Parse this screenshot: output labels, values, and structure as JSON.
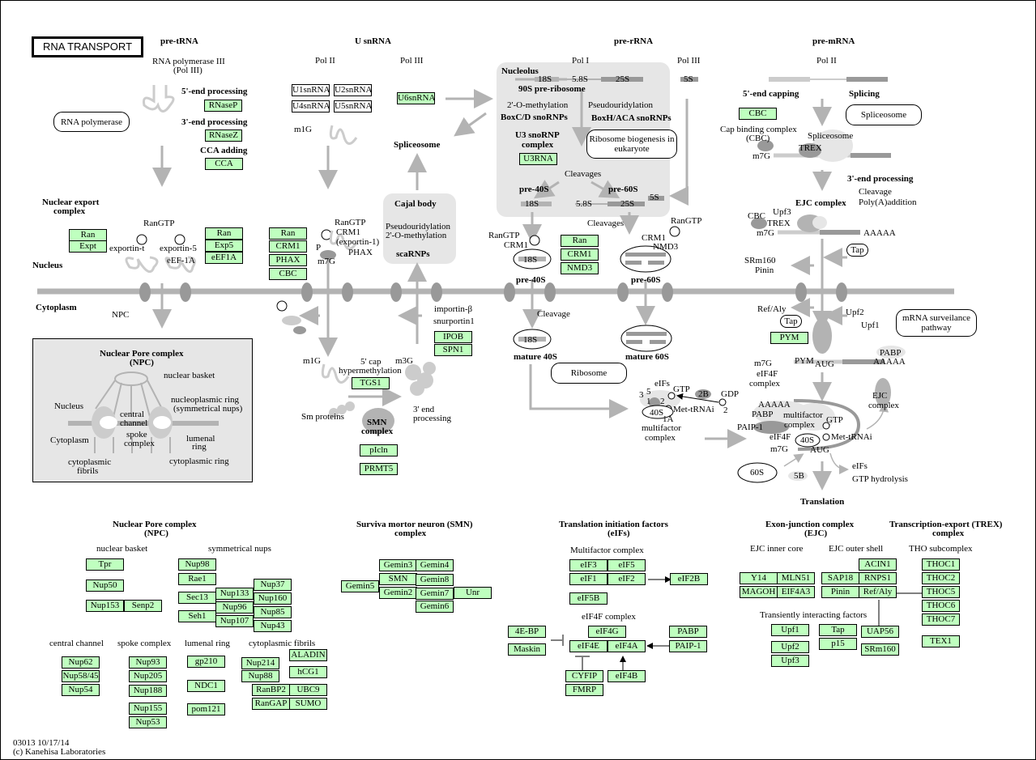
{
  "title": "RNA TRANSPORT",
  "footer": {
    "id_date": "03013 10/17/14",
    "copyright": "(c) Kanehisa Laboratories"
  },
  "colors": {
    "gene_fill": "#bfffbf",
    "region": "#e6e6e6",
    "line": "#b3b3b3",
    "dark": "#999999"
  },
  "sections": {
    "pre_trna": "pre-tRNA",
    "u_snrna": "U snRNA",
    "pre_rrna": "pre-rRNA",
    "pre_mrna": "pre-mRNA"
  },
  "compartments": {
    "nucleus": "Nucleus",
    "cytoplasm": "Cytoplasm",
    "nucleolus": "Nucleolus"
  },
  "trna": {
    "pol": "RNA polymerase III",
    "pol2": "(Pol III)",
    "p5": "5'-end processing",
    "p3": "3'-end processing",
    "cca": "CCA adding",
    "export": "Nuclear export",
    "export2": "complex",
    "rangtp": "RanGTP",
    "exportin_t": "exportin-t",
    "exportin_5": "exportin-5",
    "eef": "eEF-1A",
    "npc": "NPC"
  },
  "snrna": {
    "pol2": "Pol II",
    "pol3": "Pol III",
    "m1g": "m1G",
    "spliceosome": "Spliceosome",
    "cajal": "Cajal body",
    "pseudo": "Pseudouridylation",
    "methyl": "2'-O-methylation",
    "scarna": "scaRNPs",
    "rangtp": "RanGTP",
    "crm1": "CRM1",
    "exportin1": "(exportin-1)",
    "p": "P",
    "phax": "PHAX",
    "m7g": "m7G",
    "importin": "importin-β",
    "snurportin": "snurportin1",
    "m1g2": "m1G",
    "capm": "5' cap",
    "capm2": "hypermethylation",
    "m3g": "m3G",
    "end3": "3' end",
    "end3b": "processing",
    "sm": "Sm proteins",
    "smn": "SMN",
    "smn2": "complex"
  },
  "rrna": {
    "pol1": "Pol I",
    "pol3": "Pol III",
    "r18": "18S",
    "r58": "5.8S",
    "r25": "25S",
    "r5": "5S",
    "pre90": "90S pre-ribosome",
    "methyl": "2'-O-methylation",
    "boxcd": "BoxC/D snoRNPs",
    "pseudo": "Pseudouridylation",
    "boxh": "BoxH/ACA snoRNPs",
    "u3": "U3 snoRNP",
    "u3b": "complex",
    "cleavages": "Cleavages",
    "pre40": "pre-40S",
    "pre60": "pre-60S",
    "cleavages2": "Cleavages",
    "rangtp": "RanGTP",
    "crm1": "CRM1",
    "rangtp2": "RanGTP",
    "crm1b": "CRM1",
    "nmd3": "NMD3",
    "cleavage": "Cleavage",
    "mature40": "mature 40S",
    "mature60": "mature 60S"
  },
  "mrna": {
    "pol2": "Pol II",
    "capping": "5'-end capping",
    "splicing": "Splicing",
    "cbc_label": "Cap binding complex",
    "cbc_label2": "(CBC)",
    "spliceosome": "Spliceosome",
    "trex": "TREX",
    "m7g": "m7G",
    "end3": "3'-end processing",
    "cleave": "Cleavage",
    "polya": "Poly(A)addition",
    "ejc": "EJC complex",
    "cbc": "CBC",
    "upf3": "Upf3",
    "trex2": "TREX",
    "m7g2": "m7G",
    "aaaaa": "AAAAA",
    "tap": "Tap",
    "srm160": "SRm160",
    "pinin": "Pinin",
    "refaly": "Ref/Aly",
    "tap2": "Tap",
    "upf2": "Upf2",
    "upf1": "Upf1",
    "m7g3": "m7G",
    "pym": "PYM",
    "aug": "AUG",
    "pabp": "PABP",
    "aaaaa2": "AAAAA",
    "eif4f": "eIF4F",
    "eif4f2": "complex"
  },
  "translation": {
    "eifs": "eIFs",
    "gtp": "GTP",
    "n3": "3",
    "n5": "5",
    "n1": "1",
    "n2": "2",
    "b2b": "2B",
    "gdp": "GDP",
    "n2b": "2",
    "s40": "40S",
    "n1a": "1A",
    "met": "Met-tRNAi",
    "multi": "multifactor",
    "multi2": "complex",
    "aaaaa": "AAAAA",
    "pabp": "PABP",
    "paip": "PAIP-1",
    "mfc": "multifactor",
    "mfc2": "complex",
    "gtp2": "GTP",
    "eif4f": "eIF4F",
    "s40b": "40S",
    "met2": "Met-tRNAi",
    "m7g": "m7G",
    "aug": "AUG",
    "s60": "60S",
    "b5": "5B",
    "eifs2": "eIFs",
    "gtph": "GTP hydrolysis",
    "ejc": "EJC",
    "ejc2": "complex",
    "translation": "Translation"
  },
  "npc_diagram": {
    "title": "Nuclear Pore complex",
    "title2": "(NPC)",
    "basket": "nuclear basket",
    "nucleo": "nucleoplasmic ring",
    "nucleo2": "(symmetrical nups)",
    "nucleus": "Nucleus",
    "central": "central",
    "central2": "channel",
    "spoke": "spoke",
    "spoke2": "complex",
    "lumenal": "lumenal",
    "lumenal2": "ring",
    "cytoplasm": "Cytoplasm",
    "fibrils": "cytoplasmic",
    "fibrils2": "fibrils",
    "cring": "cytoplasmic ring"
  },
  "maps": {
    "rna_pol": "RNA polymerase",
    "ribo_bio": "Ribosome biogenesis in eukaryote",
    "spliceosome": "Spliceosome",
    "ribosome": "Ribosome",
    "surveillance": "mRNA surveilance pathway"
  },
  "white_boxes": [
    "U1snRNA",
    "U2snRNA",
    "U4snRNA",
    "U5snRNA"
  ],
  "genes": {
    "rnasep": "RNaseP",
    "rnasez": "RNaseZ",
    "cca": "CCA",
    "u6": "U6snRNA",
    "u3rna": "U3RNA",
    "cbc_top": "CBC",
    "ran1": "Ran",
    "expt": "Expt",
    "ran2": "Ran",
    "exp5": "Exp5",
    "eef1a": "eEF1A",
    "ran3": "Ran",
    "crm1": "CRM1",
    "phax": "PHAX",
    "cbc2": "CBC",
    "ran4": "Ran",
    "crm1b": "CRM1",
    "nmd3": "NMD3",
    "ipob": "IPOB",
    "spn1": "SPN1",
    "tgs1": "TGS1",
    "picln": "pIcln",
    "prmt5": "PRMT5",
    "pym": "PYM"
  },
  "legend": {
    "npc": {
      "title": "Nuclear Pore complex",
      "title2": "(NPC)",
      "basket": "nuclear basket",
      "sym": "symmetrical nups",
      "central": "central channel",
      "spoke": "spoke complex",
      "lumenal": "lumenal ring",
      "fibrils": "cytoplasmic fibrils",
      "g": [
        "Tpr",
        "Nup50",
        "Nup153",
        "Senp2",
        "Nup98",
        "Rae1",
        "Sec13",
        "Seh1",
        "Nup133",
        "Nup96",
        "Nup107",
        "Nup37",
        "Nup160",
        "Nup85",
        "Nup43",
        "Nup62",
        "Nup58/45",
        "Nup54",
        "Nup93",
        "Nup205",
        "Nup188",
        "Nup155",
        "Nup53",
        "gp210",
        "NDC1",
        "pom121",
        "Nup214",
        "Nup88",
        "ALADIN",
        "hCG1",
        "RanBP2",
        "UBC9",
        "RanGAP",
        "SUMO"
      ]
    },
    "smn": {
      "title": "Surviva mortor neuron (SMN)",
      "title2": "complex",
      "g": [
        "Gemin3",
        "Gemin4",
        "SMN",
        "Gemin8",
        "Gemin5",
        "Gemin2",
        "Gemin7",
        "Unr",
        "Gemin6"
      ]
    },
    "eif": {
      "title": "Translation initiation factors",
      "title2": "(eIFs)",
      "multi": "Multifactor complex",
      "eif4f": "eIF4F complex",
      "g": [
        "eIF3",
        "eIF5",
        "eIF1",
        "eIF2",
        "eIF2B",
        "eIF5B",
        "eIF4G",
        "eIF4E",
        "eIF4A",
        "4E-BP",
        "Maskin",
        "PABP",
        "PAIP-1",
        "CYFIP",
        "FMRP",
        "eIF4B"
      ]
    },
    "ejc": {
      "title": "Exon-junction complex",
      "title2": "(EJC)",
      "inner": "EJC inner core",
      "outer": "EJC outer shell",
      "trans": "Transiently interacting factors",
      "g": [
        "Y14",
        "MLN51",
        "MAGOH",
        "EIF4A3",
        "ACIN1",
        "SAP18",
        "RNPS1",
        "Pinin",
        "Ref/Aly",
        "Upf1",
        "Upf2",
        "Upf3",
        "Tap",
        "p15",
        "UAP56",
        "SRm160"
      ]
    },
    "trex": {
      "title": "Transcription-export (TREX)",
      "title2": "complex",
      "tho": "THO subcomplex",
      "g": [
        "THOC1",
        "THOC2",
        "THOC5",
        "THOC6",
        "THOC7",
        "TEX1"
      ]
    }
  }
}
